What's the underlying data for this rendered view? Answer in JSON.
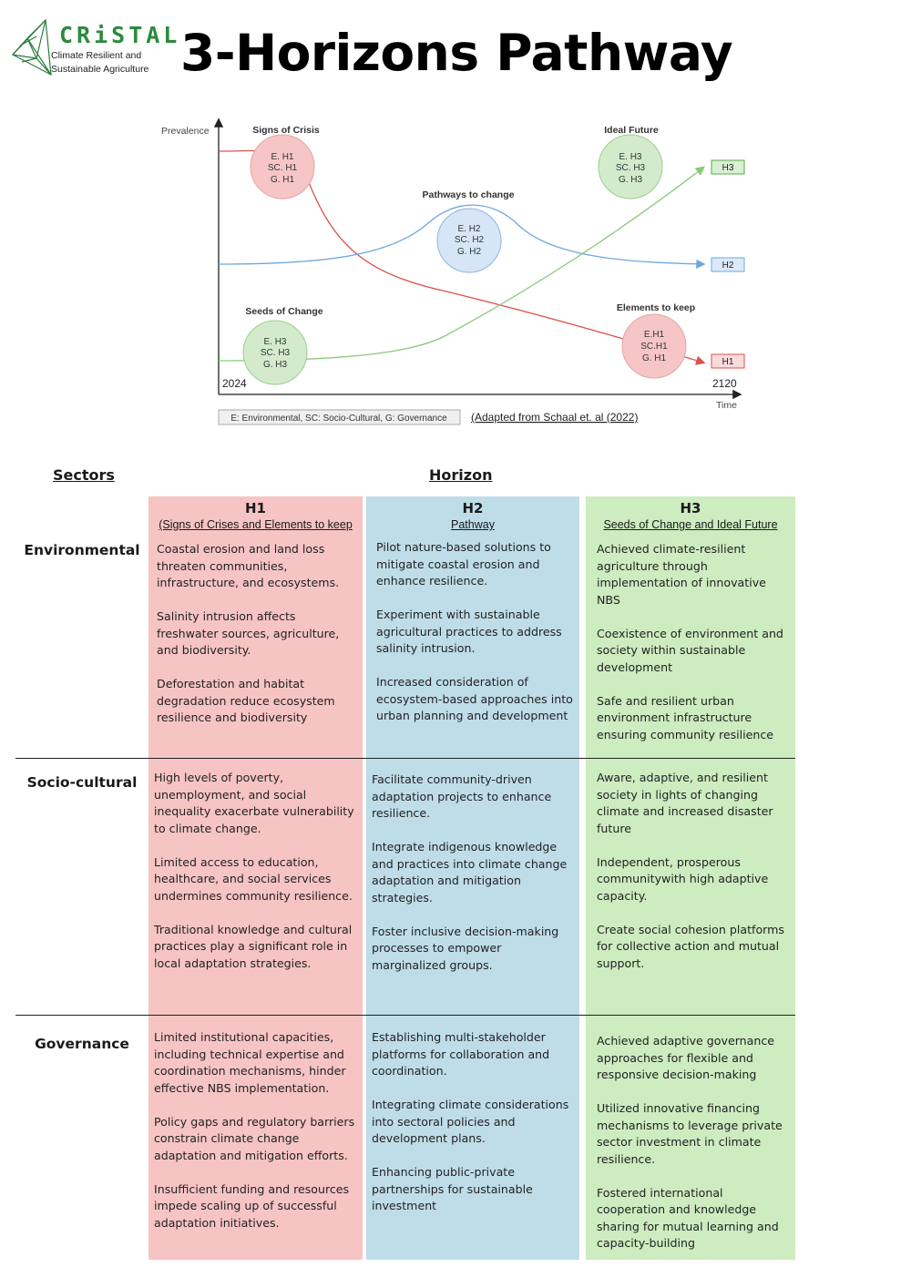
{
  "header": {
    "logo_word": "CRiSTAL",
    "logo_sub1": "Climate Resilient and",
    "logo_sub2": "Sustainable Agriculture",
    "title": "3-Horizons Pathway"
  },
  "diagram": {
    "y_axis_label": "Prevalence",
    "x_axis_label": "Time",
    "start_year": "2024",
    "end_year": "2120",
    "bubbles": {
      "signs_of_crisis": {
        "title": "Signs of Crisis",
        "lines": [
          "E. H1",
          "SC. H1",
          "G. H1"
        ],
        "color": "#f6c6c6"
      },
      "pathways_to_change": {
        "title": "Pathways to change",
        "lines": [
          "E. H2",
          "SC. H2",
          "G. H2"
        ],
        "color": "#d6e6f7"
      },
      "ideal_future": {
        "title": "Ideal Future",
        "lines": [
          "E. H3",
          "SC. H3",
          "G. H3"
        ],
        "color": "#d3ebcc"
      },
      "seeds_of_change": {
        "title": "Seeds of Change",
        "lines": [
          "E. H3",
          "SC. H3",
          "G. H3"
        ],
        "color": "#d3ebcc"
      },
      "elements_to_keep": {
        "title": "Elements to keep",
        "lines": [
          "E.H1",
          "SC.H1",
          "G. H1"
        ],
        "color": "#f6c6c6"
      }
    },
    "end_labels": {
      "h1": "H1",
      "h2": "H2",
      "h3": "H3"
    },
    "legend": "E: Environmental, SC: Socio-Cultural, G: Governance",
    "source": "(Adapted from Schaal et. al (2022)",
    "colors": {
      "h1": "#d9534f",
      "h2": "#6fa8dc",
      "h3": "#8cc97a"
    }
  },
  "table": {
    "sectors_heading": "Sectors",
    "horizon_heading": "Horizon",
    "columns": [
      {
        "label": "H1",
        "subtitle": "(Signs of Crises and Elements to keep",
        "color": "#f7c4c4"
      },
      {
        "label": "H2",
        "subtitle": "Pathway",
        "color": "#bfdde8"
      },
      {
        "label": "H3",
        "subtitle": "Seeds of Change and Ideal Future",
        "color": "#cdecc0"
      }
    ],
    "rows": [
      {
        "sector": "Environmental",
        "h1": [
          "Coastal erosion and land loss threaten communities, infrastructure, and ecosystems.",
          "Salinity intrusion affects freshwater sources, agriculture, and biodiversity.",
          "Deforestation and habitat degradation reduce ecosystem resilience and biodiversity"
        ],
        "h2": [
          "Pilot nature-based solutions to mitigate coastal erosion and enhance resilience.",
          "Experiment with sustainable agricultural practices to address salinity intrusion.",
          "Increased consideration of ecosystem-based approaches into urban planning and development"
        ],
        "h3": [
          "Achieved climate-resilient agriculture through implementation of innovative NBS",
          "Coexistence of environment and society within sustainable development",
          "Safe and resilient urban environment infrastructure ensuring community resilience"
        ]
      },
      {
        "sector": "Socio-cultural",
        "h1": [
          "High levels of poverty, unemployment, and social inequality exacerbate vulnerability to climate change.",
          "Limited access to education, healthcare, and social services undermines community resilience.",
          "Traditional knowledge and cultural practices play a significant role in local adaptation strategies."
        ],
        "h2": [
          "Facilitate community-driven adaptation projects to enhance resilience.",
          "Integrate indigenous knowledge and practices into climate change adaptation and mitigation strategies.",
          "Foster inclusive decision-making processes to empower marginalized groups."
        ],
        "h3": [
          "Aware, adaptive, and resilient society in lights of changing climate and increased disaster future",
          "Independent, prosperous communitywith high adaptive capacity.",
          "Create social cohesion platforms for collective action and mutual support."
        ]
      },
      {
        "sector": "Governance",
        "h1": [
          "Limited institutional capacities, including technical expertise and coordination mechanisms, hinder effective NBS implementation.",
          "Policy gaps and regulatory barriers constrain climate change adaptation and mitigation efforts.",
          "Insufficient funding and resources impede scaling up of successful adaptation initiatives."
        ],
        "h2": [
          "Establishing multi-stakeholder platforms  for collaboration and coordination.",
          "Integrating climate considerations into sectoral policies and development plans.",
          "Enhancing public-private partnerships for sustainable investment"
        ],
        "h3": [
          "Achieved adaptive governance approaches for flexible and responsive decision-making",
          "Utilized innovative financing mechanisms to leverage private sector investment in climate resilience.",
          "Fostered international cooperation and knowledge sharing for mutual learning and capacity-building"
        ]
      }
    ]
  }
}
